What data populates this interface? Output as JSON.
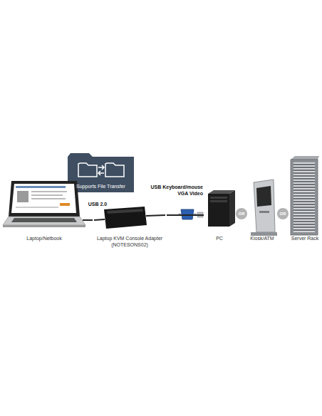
{
  "diagram": {
    "nodes": [
      {
        "text": [
          "Laptop/Netbook"
        ]
      },
      {
        "text": [
          "Supports File Transfer"
        ]
      },
      {
        "text": [
          "Laptop KVM Console Adapter (NOTESONS02)"
        ]
      },
      {
        "text": [
          "PC"
        ]
      },
      {
        "text": [
          "OR"
        ]
      },
      {
        "text": [
          "Kiosk/ATM"
        ]
      },
      {
        "text": [
          "OR"
        ]
      },
      {
        "text": [
          "Server Rack"
        ]
      }
    ],
    "edges": [
      {
        "from": 0,
        "to": 2,
        "arrow": "none",
        "label": "USB 2.0"
      },
      {
        "from": 2,
        "to": 3,
        "arrow": "none",
        "label": "USB Keyboard/mouse VGA Video"
      }
    ]
  }
}
